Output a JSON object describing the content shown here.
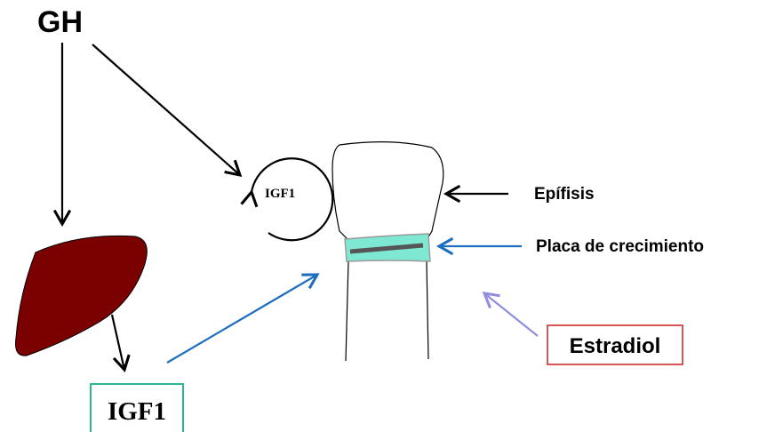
{
  "labels": {
    "gh": "GH",
    "igf1_local": "IGF1",
    "igf1_liver": "IGF1",
    "epifisis": "Epífisis",
    "placa": "Placa de crecimiento",
    "estradiol": "Estradiol"
  },
  "colors": {
    "arrow_black": "#000000",
    "arrow_blue": "#1f6fbf",
    "arrow_lavender": "#8f8fdc",
    "liver": "#7b0000",
    "plate_fill": "#7fe8d2",
    "plate_line": "#555555",
    "igf_box_border": "#2ab894",
    "estradiol_box_border": "#c81e1e"
  },
  "icons": {
    "liver": "liver-icon",
    "bone": "bone-icon"
  }
}
